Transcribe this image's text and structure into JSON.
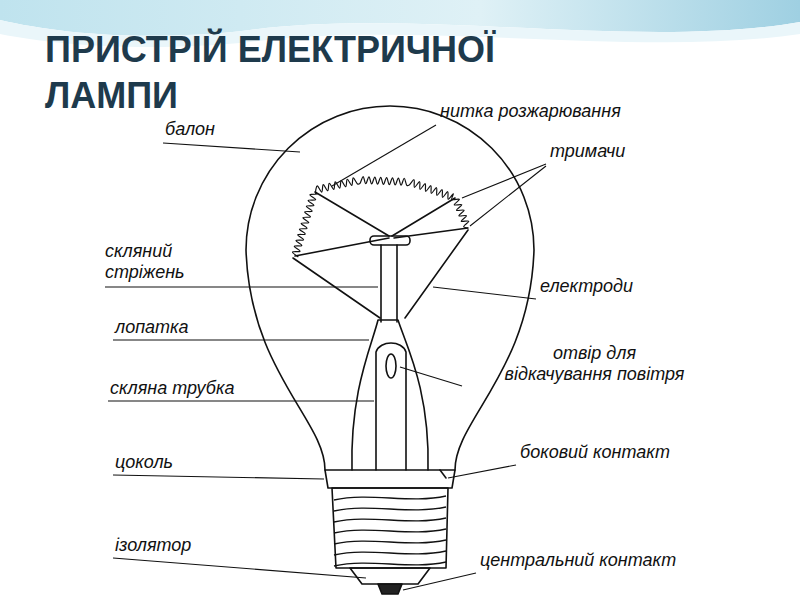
{
  "diagram": {
    "title": "ПРИСТРІЙ ЕЛЕКТРИЧНОЇ ЛАМПИ",
    "labels": [
      "нитка розжарювання",
      "балон",
      "тримачи",
      "скляний стріжень",
      "електроди",
      "лопатка",
      "отвір для відкачування повітря",
      "скляна трубка",
      "боковий контакт",
      "цоколь",
      "ізолятор",
      "центральний контакт"
    ]
  }
}
